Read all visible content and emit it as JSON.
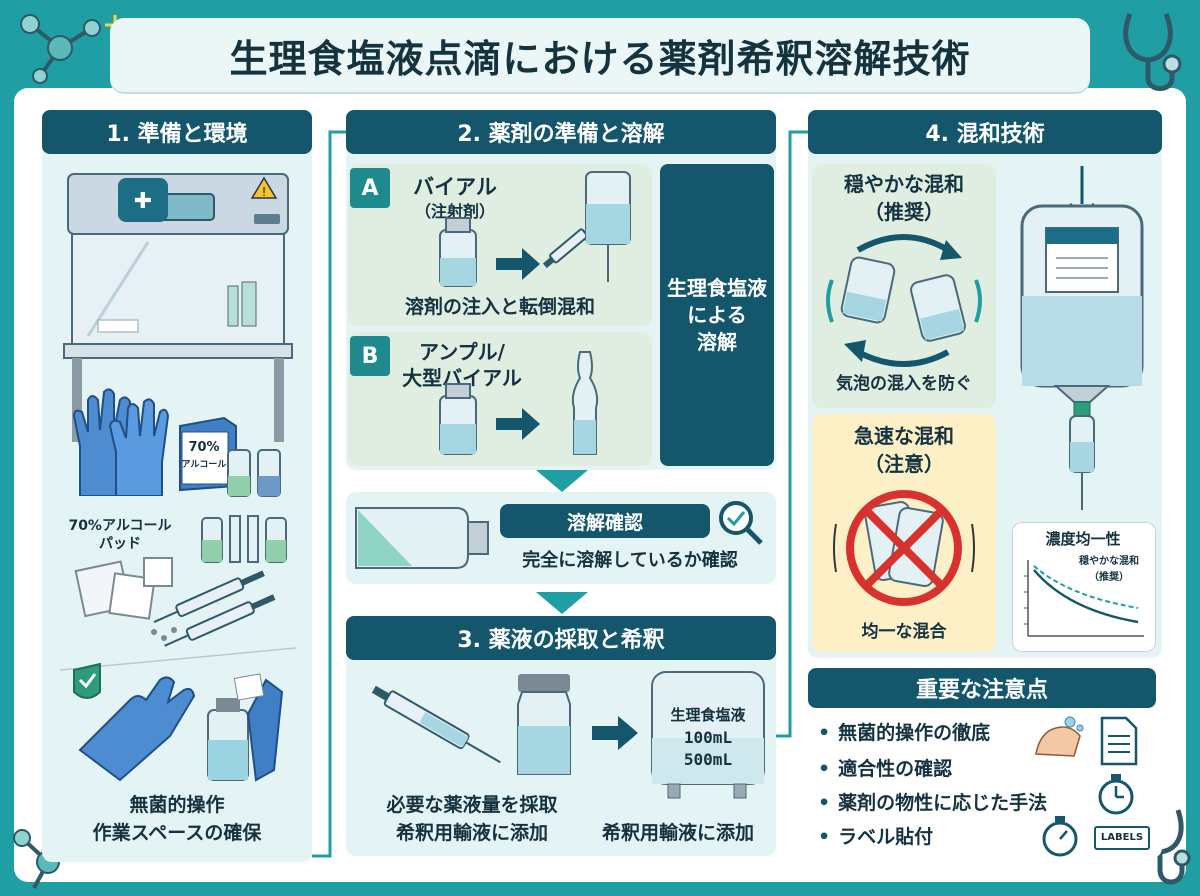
{
  "title": "生理食塩液点滴における薬剤希釈溶解技術",
  "sections": {
    "prep": {
      "header": "1. 準備と環境",
      "alcohol_box": "70%",
      "alcohol_box_sub": "アルコール",
      "pad_label": "70%アルコール\nパッド",
      "caption_line1": "無菌的操作",
      "caption_line2": "作業スペースの確保"
    },
    "dissolve": {
      "header": "2. 薬剤の準備と溶解",
      "a_badge": "A",
      "a_title": "バイアル",
      "a_sub": "（注射剤）",
      "a_caption": "溶剤の注入と転倒混和",
      "b_badge": "B",
      "b_title": "アンプル/",
      "b_title2": "大型バイアル",
      "side_box_line1": "生理食塩液",
      "side_box_line2": "による",
      "side_box_line3": "溶解",
      "check_header": "溶解確認",
      "check_caption": "完全に溶解しているか確認"
    },
    "dilute": {
      "header": "3. 薬液の採取と希釈",
      "bag_line1": "生理食塩液",
      "bag_line2": "100mL",
      "bag_line3": "500mL",
      "caption_left1": "必要な薬液量を採取",
      "caption_left2": "希釈用輸液に添加",
      "caption_right": "希釈用輸液に添加"
    },
    "mixing": {
      "header": "4. 混和技術",
      "gentle_title1": "穏やかな混和",
      "gentle_title2": "（推奨）",
      "gentle_caption": "気泡の混入を防ぐ",
      "rapid_title1": "急速な混和",
      "rapid_title2": "（注意）",
      "rapid_caption": "均一な混合",
      "graph_title": "濃度均一性",
      "graph_legend1": "穏やかな混和",
      "graph_legend2": "（推奨）"
    },
    "notes": {
      "header": "重要な注意点",
      "items": [
        "無菌的操作の徹底",
        "適合性の確認",
        "薬剤の物性に応じた手法",
        "ラベル貼付"
      ],
      "labels_tag": "LABELS"
    }
  },
  "colors": {
    "teal_bg": "#1f9ea4",
    "navy": "#14566b",
    "panel": "#e4f3f4",
    "green": "#dfeee1",
    "yellow": "#fdf0c7",
    "red": "#d8322f"
  }
}
